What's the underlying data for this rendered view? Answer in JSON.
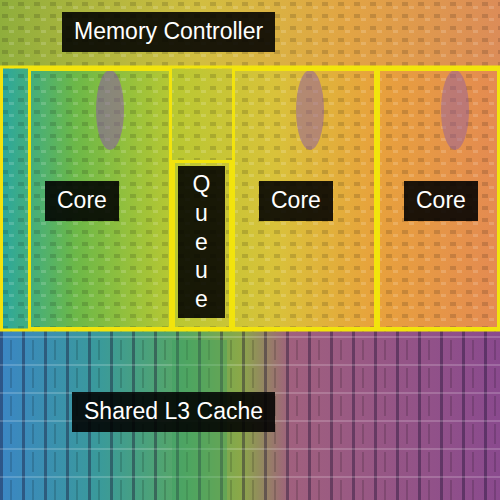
{
  "diagram": {
    "nodes": [
      {
        "text": [
          "Memory Controller"
        ]
      },
      {
        "text": [
          "Core"
        ]
      },
      {
        "text": [
          "Queue"
        ]
      },
      {
        "text": [
          "Core"
        ]
      },
      {
        "text": [
          "Core"
        ]
      },
      {
        "text": [
          "Shared L3 Cache"
        ]
      }
    ]
  }
}
